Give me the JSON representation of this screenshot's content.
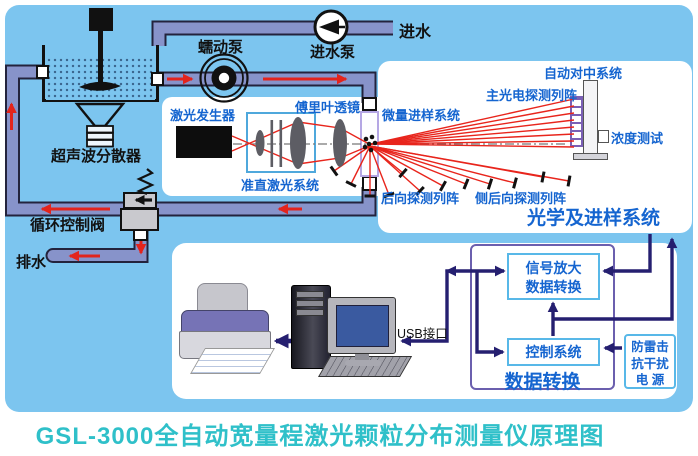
{
  "title": "GSL-3000全自动宽量程激光颗粒分布测量仪原理图",
  "colors": {
    "panel_background": "#7cc5ef",
    "pipe_fill": "#8793ca",
    "pipe_outline": "#23233d",
    "label_blue": "#1565d0",
    "title_teal": "#2fc0c9",
    "beam_red": "#e8251c",
    "arrow_navy": "#251f70",
    "detector_purple": "#7a5fb5",
    "box_border_blue": "#58b8e8",
    "group_box_purple": "#6b5fae"
  },
  "icons": {
    "inlet_pump_icon": "circle-with-left-triangle",
    "peristaltic_pump_icon": "concentric-rings",
    "valve_arrow_icon": "left-arrow",
    "spring_icon": "zigzag",
    "stirrer_icon": "motor-shaft-impeller",
    "detector_dash_icon": "tilted-dash"
  },
  "circulation": {
    "water_inlet": "进水",
    "inlet_pump": "进水泵",
    "peristaltic_pump": "蠕动泵",
    "ultrasonic_disperser": "超声波分散器",
    "circulation_valve": "循环控制阀",
    "drain": "排水"
  },
  "optics": {
    "laser_generator": "激光发生器",
    "collimating_system": "准直激光系统",
    "fourier_lens": "傅里叶透镜",
    "micro_sampling": "微量进样系统",
    "main_detector_array": "主光电探测列阵",
    "auto_centering": "自动对中系统",
    "concentration_test": "浓度测试",
    "back_detector_array": "后向探测列阵",
    "side_back_detector_array": "侧后向探测列阵",
    "section_label": "光学及进样系统"
  },
  "processing": {
    "usb_port": "USB接口",
    "signal_line1": "信号放大",
    "signal_line2": "数据转换",
    "control_system": "控制系统",
    "power_lines": [
      "防雷击",
      "抗干扰",
      "电  源"
    ],
    "group_label": "数据转换"
  }
}
